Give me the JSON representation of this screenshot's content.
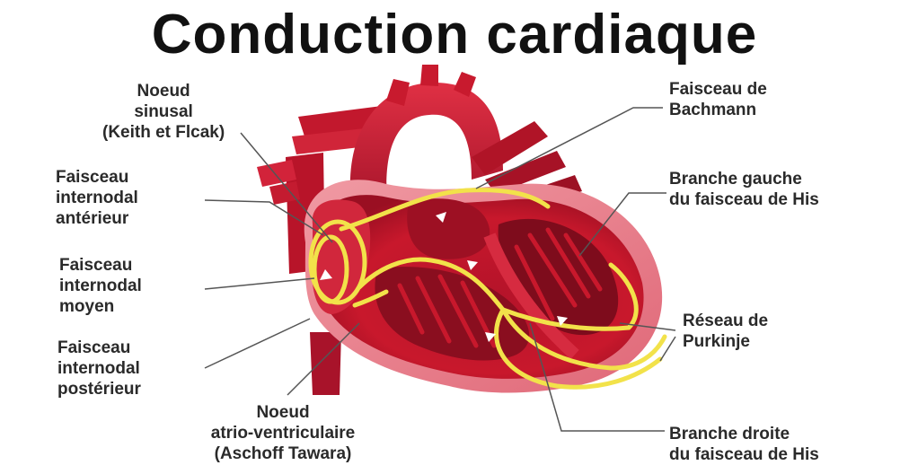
{
  "title": "Conduction cardiaque",
  "labels": {
    "noeud_sinusal": [
      "Noeud",
      "sinusal",
      "(Keith et Flcak)"
    ],
    "faisceau_anterieur": [
      "Faisceau",
      "internodal",
      "antérieur"
    ],
    "faisceau_moyen": [
      "Faisceau",
      "internodal",
      "moyen"
    ],
    "faisceau_posterieur": [
      "Faisceau",
      "internodal",
      "postérieur"
    ],
    "noeud_av": [
      "Noeud",
      "atrio-ventriculaire",
      "(Aschoff Tawara)"
    ],
    "bachmann": [
      "Faisceau de",
      "Bachmann"
    ],
    "branche_gauche": [
      "Branche gauche",
      "du faisceau de His"
    ],
    "purkinje": [
      "Réseau de",
      "Purkinje"
    ],
    "branche_droite": [
      "Branche droite",
      "du faisceau de His"
    ]
  },
  "colors": {
    "heart_dark": "#8c0f1f",
    "heart_main": "#c8182c",
    "heart_light": "#e8727e",
    "conduction_path": "#f2e24a",
    "leader_line": "#555555"
  }
}
